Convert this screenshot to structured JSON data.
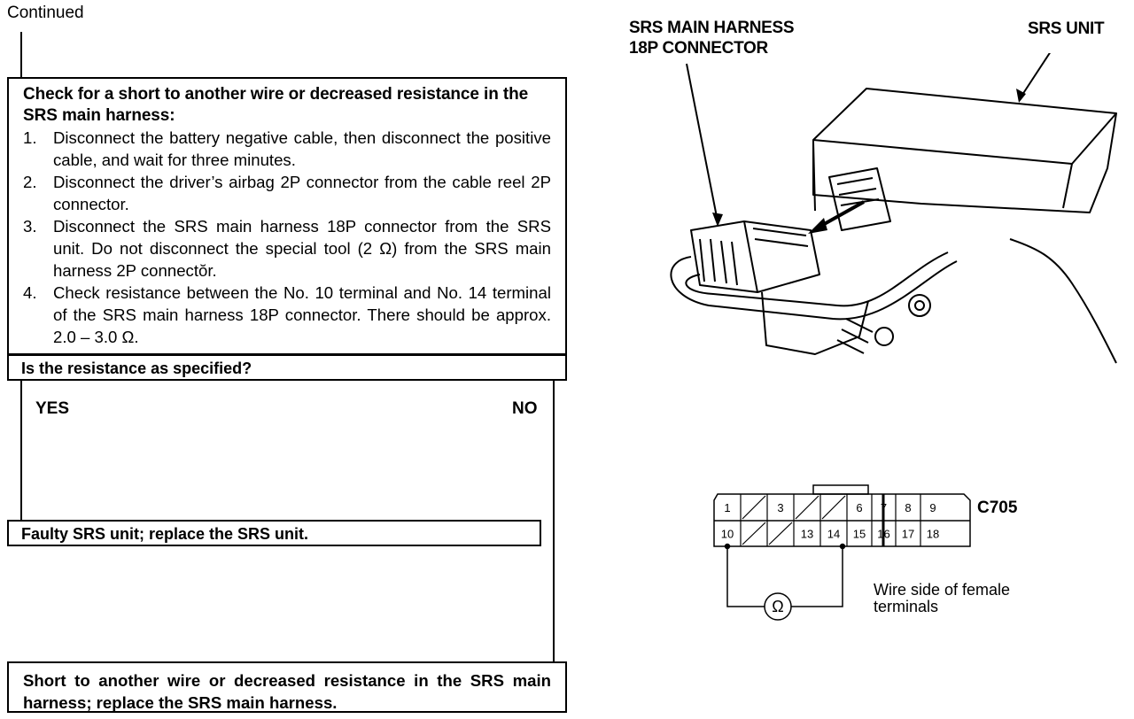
{
  "page": {
    "continued": "Continued"
  },
  "check": {
    "heading": "Check for a short to another wire or decreased resistance in the SRS main harness:",
    "steps": [
      {
        "num": "1.",
        "text": "Disconnect the battery negative cable, then disconnect the positive cable, and wait for three minutes."
      },
      {
        "num": "2.",
        "text": "Disconnect the driver’s airbag 2P connector from the cable reel 2P connector."
      },
      {
        "num": "3.",
        "text": "Disconnect the SRS main harness 18P connector from the SRS unit. Do not disconnect the special tool (2 Ω) from the SRS main harness 2P connectŏr."
      },
      {
        "num": "4.",
        "text": "Check resistance between the No. 10 terminal and No. 14 terminal of the SRS main harness 18P connector. There should be approx. 2.0 – 3.0 Ω."
      }
    ]
  },
  "question": "Is the resistance as specified?",
  "branches": {
    "yes": "YES",
    "no": "NO"
  },
  "results": {
    "yes": "Faulty SRS unit; replace the SRS unit.",
    "no": "Short to another wire or decreased resistance in the SRS main harness; replace the SRS main harness."
  },
  "illustration": {
    "harness_label_line1": "SRS MAIN HARNESS",
    "harness_label_line2": "18P CONNECTOR",
    "unit_label": "SRS UNIT"
  },
  "pinout": {
    "connector_id": "C705",
    "top_row": [
      "1",
      "",
      "3",
      "",
      "",
      "6",
      "7",
      "8",
      "9"
    ],
    "bottom_row": [
      "10",
      "",
      "",
      "13",
      "14",
      "15",
      "16",
      "17",
      "18"
    ],
    "ohm_symbol": "Ω",
    "note_line1": "Wire side of female",
    "note_line2": "terminals"
  }
}
